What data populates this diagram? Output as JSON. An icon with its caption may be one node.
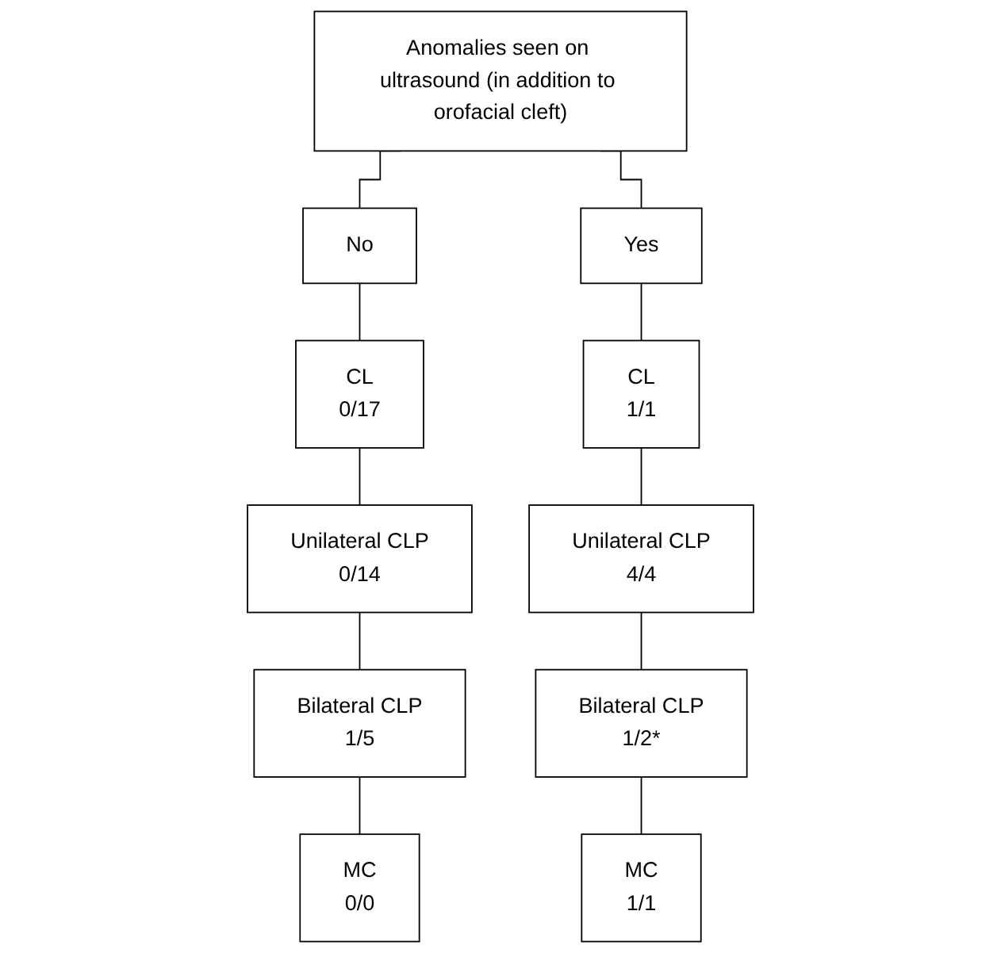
{
  "diagram": {
    "nodes": [
      {
        "text": [
          "Anomalies seen on ultrasound (in addition to orofacial cleft)"
        ]
      },
      {
        "text": [
          "No"
        ]
      },
      {
        "text": [
          "Yes"
        ]
      },
      {
        "text": [
          "CL",
          "0/17"
        ]
      },
      {
        "text": [
          "Unilateral CLP",
          "0/14"
        ]
      },
      {
        "text": [
          "Bilateral CLP",
          "1/5"
        ]
      },
      {
        "text": [
          "MC",
          "0/0"
        ]
      },
      {
        "text": [
          "CL",
          "1/1"
        ]
      },
      {
        "text": [
          "Unilateral CLP",
          "4/4"
        ]
      },
      {
        "text": [
          "Bilateral CLP",
          "1/2*"
        ]
      },
      {
        "text": [
          "MC",
          "1/1"
        ]
      }
    ],
    "edges": [
      {
        "from": 0,
        "to": 1,
        "arrow": "none"
      },
      {
        "from": 0,
        "to": 2,
        "arrow": "none"
      },
      {
        "from": 1,
        "to": 3,
        "arrow": "none"
      },
      {
        "from": 3,
        "to": 4,
        "arrow": "none"
      },
      {
        "from": 4,
        "to": 5,
        "arrow": "none"
      },
      {
        "from": 5,
        "to": 6,
        "arrow": "none"
      },
      {
        "from": 2,
        "to": 7,
        "arrow": "none"
      },
      {
        "from": 7,
        "to": 8,
        "arrow": "none"
      },
      {
        "from": 8,
        "to": 9,
        "arrow": "none"
      },
      {
        "from": 9,
        "to": 10,
        "arrow": "none"
      }
    ]
  }
}
